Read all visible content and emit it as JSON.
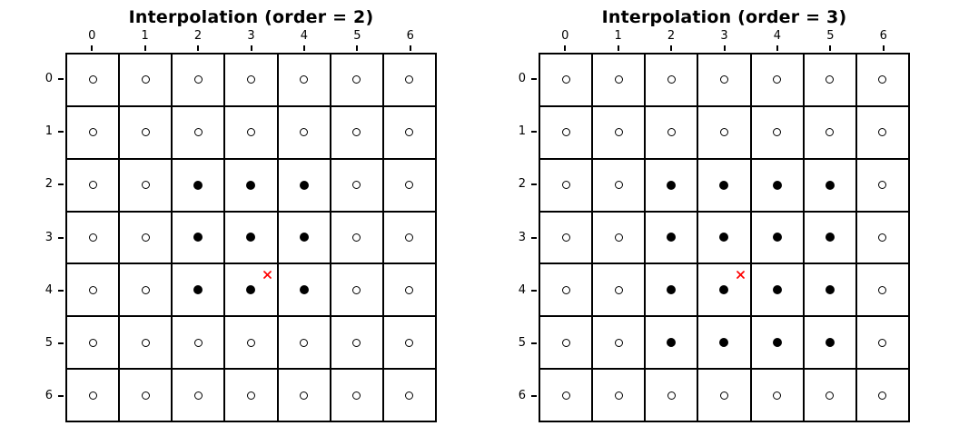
{
  "page": {
    "background": "#ffffff"
  },
  "colors": {
    "axis_line": "#000000",
    "marker_edge": "#000000",
    "marker_fill": "#000000",
    "sample_marker": "#ff0000"
  },
  "chart_data": [
    {
      "type": "scatter",
      "title": "Interpolation (order = 2)",
      "x_axis_position": "top",
      "x_ticks": [
        "0",
        "1",
        "2",
        "3",
        "4",
        "5",
        "6"
      ],
      "y_ticks": [
        "0",
        "1",
        "2",
        "3",
        "4",
        "5",
        "6"
      ],
      "grid_rows": 7,
      "grid_cols": 7,
      "grid_on": true,
      "legend": null,
      "cell_matrix": [
        [
          0,
          0,
          0,
          0,
          0,
          0,
          0
        ],
        [
          0,
          0,
          0,
          0,
          0,
          0,
          0
        ],
        [
          0,
          0,
          1,
          1,
          1,
          0,
          0
        ],
        [
          0,
          0,
          1,
          1,
          1,
          0,
          0
        ],
        [
          0,
          0,
          1,
          1,
          1,
          0,
          0
        ],
        [
          0,
          0,
          0,
          0,
          0,
          0,
          0
        ],
        [
          0,
          0,
          0,
          0,
          0,
          0,
          0
        ]
      ],
      "filled_points_row_col": [
        [
          2,
          2
        ],
        [
          2,
          3
        ],
        [
          2,
          4
        ],
        [
          3,
          2
        ],
        [
          3,
          3
        ],
        [
          3,
          4
        ],
        [
          4,
          2
        ],
        [
          4,
          3
        ],
        [
          4,
          4
        ]
      ],
      "sample_point": {
        "col": 3.3,
        "row": 3.7,
        "marker": "x",
        "color": "#ff0000"
      }
    },
    {
      "type": "scatter",
      "title": "Interpolation (order = 3)",
      "x_axis_position": "top",
      "x_ticks": [
        "0",
        "1",
        "2",
        "3",
        "4",
        "5",
        "6"
      ],
      "y_ticks": [
        "0",
        "1",
        "2",
        "3",
        "4",
        "5",
        "6"
      ],
      "grid_rows": 7,
      "grid_cols": 7,
      "grid_on": true,
      "legend": null,
      "cell_matrix": [
        [
          0,
          0,
          0,
          0,
          0,
          0,
          0
        ],
        [
          0,
          0,
          0,
          0,
          0,
          0,
          0
        ],
        [
          0,
          0,
          1,
          1,
          1,
          1,
          0
        ],
        [
          0,
          0,
          1,
          1,
          1,
          1,
          0
        ],
        [
          0,
          0,
          1,
          1,
          1,
          1,
          0
        ],
        [
          0,
          0,
          1,
          1,
          1,
          1,
          0
        ],
        [
          0,
          0,
          0,
          0,
          0,
          0,
          0
        ]
      ],
      "filled_points_row_col": [
        [
          2,
          2
        ],
        [
          2,
          3
        ],
        [
          2,
          4
        ],
        [
          2,
          5
        ],
        [
          3,
          2
        ],
        [
          3,
          3
        ],
        [
          3,
          4
        ],
        [
          3,
          5
        ],
        [
          4,
          2
        ],
        [
          4,
          3
        ],
        [
          4,
          4
        ],
        [
          4,
          5
        ],
        [
          5,
          2
        ],
        [
          5,
          3
        ],
        [
          5,
          4
        ],
        [
          5,
          5
        ]
      ],
      "sample_point": {
        "col": 3.3,
        "row": 3.7,
        "marker": "x",
        "color": "#ff0000"
      }
    }
  ]
}
